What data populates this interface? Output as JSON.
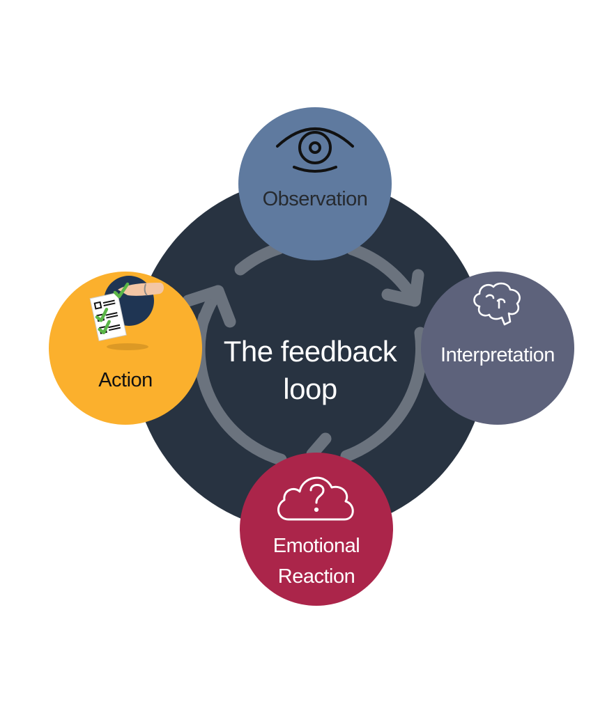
{
  "diagram": {
    "title": "The feedback loop",
    "title_lines": [
      "The feedback",
      "loop"
    ],
    "hub_color": "#283341",
    "loop_color": "#6b737e",
    "nodes": [
      {
        "id": "observation",
        "label": "Observation",
        "icon": "eye-icon",
        "color": "#5f7a9f",
        "text_color": "#262a2f"
      },
      {
        "id": "interpretation",
        "label": "Interpretation",
        "icon": "brain-icon",
        "color": "#5d627b",
        "text_color": "#ffffff"
      },
      {
        "id": "emotional",
        "label_lines": [
          "Emotional",
          "Reaction"
        ],
        "icon": "cloud-question-icon",
        "color": "#ab254a",
        "text_color": "#ffffff"
      },
      {
        "id": "action",
        "label": "Action",
        "icon": "checklist-hand-icon",
        "color": "#fbb02d",
        "text_color": "#111111"
      }
    ],
    "flow": [
      "Observation",
      "Interpretation",
      "Emotional Reaction",
      "Action"
    ]
  }
}
